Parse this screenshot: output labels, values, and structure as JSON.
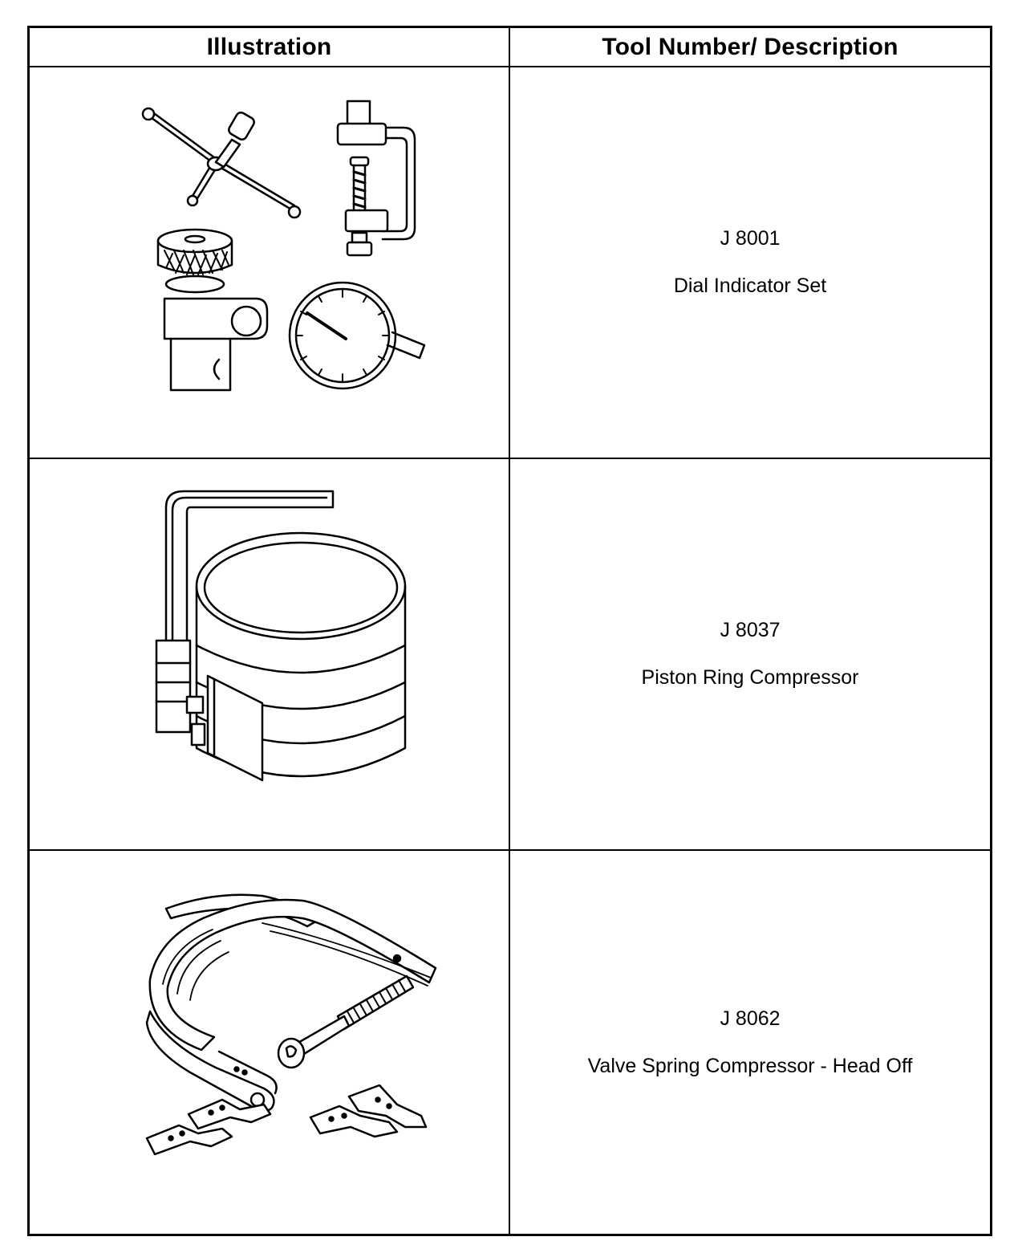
{
  "table": {
    "headers": {
      "illustration": "Illustration",
      "tool": "Tool Number/ Description"
    },
    "rows": [
      {
        "tool_number": "J 8001",
        "description": "Dial Indicator Set",
        "illustration_icon": "dial-indicator-set-icon"
      },
      {
        "tool_number": "J 8037",
        "description": "Piston Ring Compressor",
        "illustration_icon": "piston-ring-compressor-icon"
      },
      {
        "tool_number": "J 8062",
        "description": "Valve Spring Compressor - Head Off",
        "illustration_icon": "valve-spring-compressor-icon"
      }
    ]
  }
}
